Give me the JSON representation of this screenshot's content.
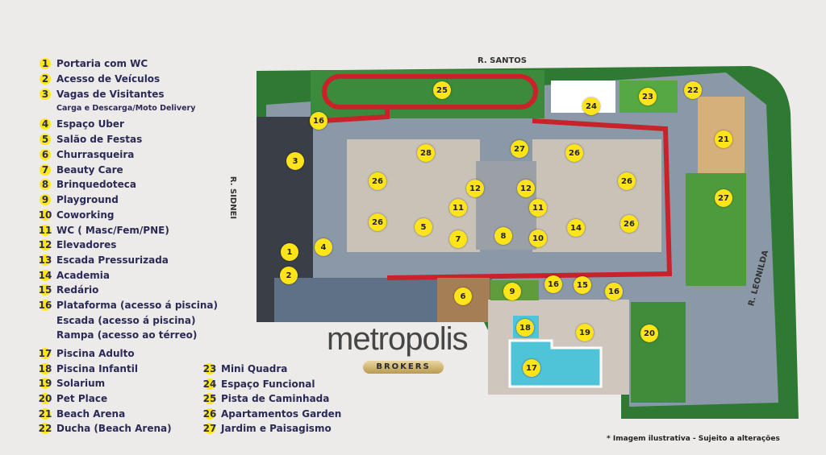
{
  "streets": {
    "top": "R. SANTOS",
    "left": "R. SIDNEI",
    "right": "R. LEONILDA"
  },
  "logo": {
    "name": "metropolis",
    "tagline": "BROKERS"
  },
  "legend": [
    {
      "n": "1",
      "label": "Portaria com WC"
    },
    {
      "n": "2",
      "label": "Acesso de Veículos"
    },
    {
      "n": "3",
      "label": "Vagas de Visitantes"
    },
    {
      "n": "",
      "label": "Carga e Descarga/Moto Delivery"
    },
    {
      "n": "4",
      "label": "Espaço Uber"
    },
    {
      "n": "5",
      "label": "Salão de Festas"
    },
    {
      "n": "6",
      "label": "Churrasqueira"
    },
    {
      "n": "7",
      "label": "Beauty Care"
    },
    {
      "n": "8",
      "label": "Brinquedoteca"
    },
    {
      "n": "9",
      "label": "Playground"
    },
    {
      "n": "10",
      "label": "Coworking"
    },
    {
      "n": "11",
      "label": "WC ( Masc/Fem/PNE)"
    },
    {
      "n": "12",
      "label": "Elevadores"
    },
    {
      "n": "13",
      "label": "Escada Pressurizada"
    },
    {
      "n": "14",
      "label": "Academia"
    },
    {
      "n": "15",
      "label": "Redário"
    },
    {
      "n": "16",
      "label": "Plataforma (acesso á piscina)"
    },
    {
      "n": "",
      "label": "Escada (acesso á piscina)"
    },
    {
      "n": "",
      "label": "Rampa (acesso ao térreo)"
    },
    {
      "n": "17",
      "label": "Piscina Adulto"
    },
    {
      "n": "18",
      "label": "Piscina Infantil"
    },
    {
      "n": "19",
      "label": "Solarium"
    },
    {
      "n": "20",
      "label": "Pet Place"
    },
    {
      "n": "21",
      "label": "Beach Arena"
    },
    {
      "n": "22",
      "label": "Ducha (Beach Arena)"
    },
    {
      "n": "23",
      "label": "Mini Quadra"
    },
    {
      "n": "24",
      "label": "Espaço Funcional"
    },
    {
      "n": "25",
      "label": "Pista de Caminhada"
    },
    {
      "n": "26",
      "label": "Apartamentos Garden"
    },
    {
      "n": "27",
      "label": "Jardim e Paisagismo"
    }
  ],
  "markers": [
    "25",
    "24",
    "23",
    "22",
    "16",
    "3",
    "27",
    "28",
    "26",
    "21",
    "26",
    "12",
    "12",
    "26",
    "27",
    "11",
    "11",
    "5",
    "14",
    "26",
    "26",
    "7",
    "8",
    "10",
    "4",
    "1",
    "2",
    "16",
    "15",
    "16",
    "9",
    "6",
    "18",
    "19",
    "20",
    "17"
  ],
  "footnote": "* Imagem ilustrativa - Sujeito a alterações",
  "colors": {
    "marker": "#ffe41a",
    "legend_text": "#2b2a55",
    "track": "#c8222a",
    "grass": "#3a8a3a",
    "pool": "#4fc3d8"
  }
}
